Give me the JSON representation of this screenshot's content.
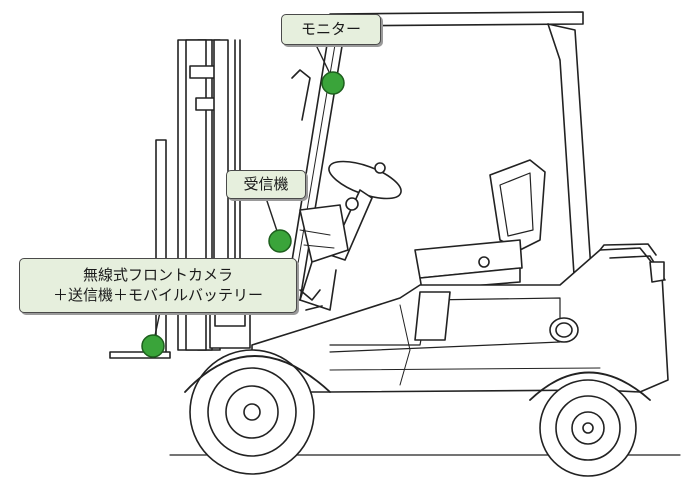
{
  "callouts": {
    "monitor": {
      "label": "モニター"
    },
    "receiver": {
      "label": "受信機"
    },
    "camera": {
      "line1": "無線式フロントカメラ",
      "line2": "＋送信機＋モバイルバッテリー"
    }
  },
  "colors": {
    "marker_fill": "#3aa43a",
    "marker_stroke": "#1d5e1d",
    "callout_bg": "#e6efdd",
    "line": "#222222"
  },
  "icons": [
    "forklift-illustration",
    "marker-dot"
  ]
}
